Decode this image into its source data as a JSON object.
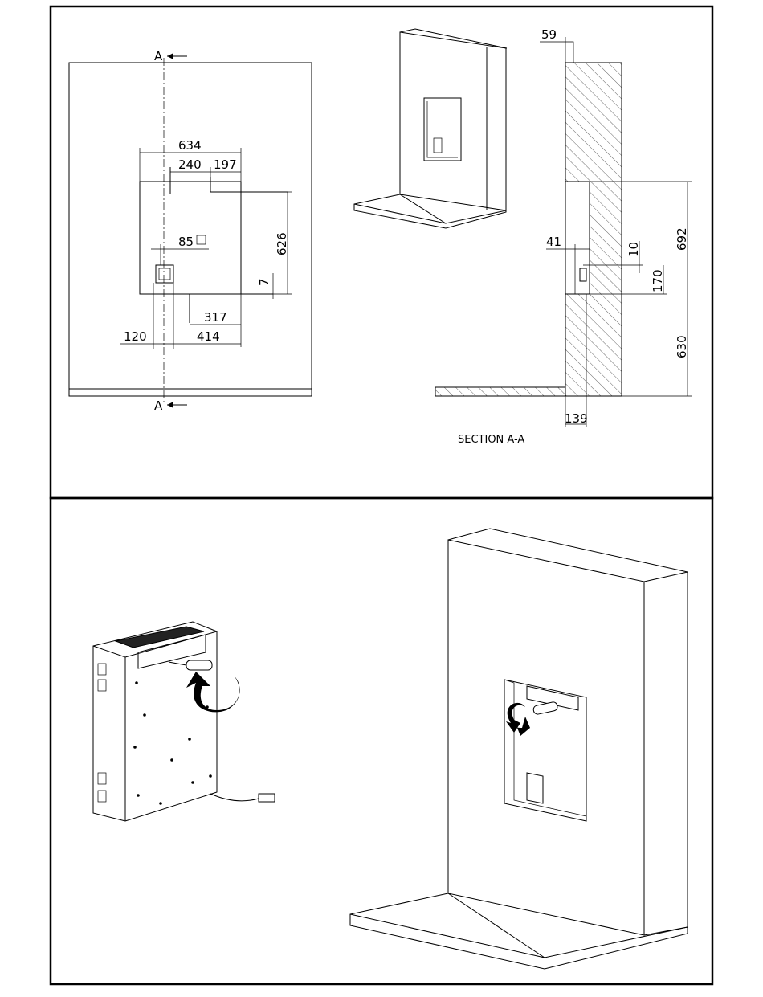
{
  "section_markers": {
    "top": "A",
    "bottom": "A"
  },
  "front_view": {
    "width_634": "634",
    "offset_240": "240",
    "offset_197": "197",
    "height_626": "626",
    "socket_85": "85",
    "gap_7": "7",
    "width_317": "317",
    "offset_120": "120",
    "width_414": "414"
  },
  "section_view": {
    "caption": "SECTION  A-A",
    "depth_59": "59",
    "depth_41": "41",
    "gap_10": "10",
    "height_170": "170",
    "height_692": "692",
    "height_630": "630",
    "depth_139": "139"
  },
  "colors": {
    "line": "#000000",
    "arrow": "#000000",
    "background": "#ffffff"
  }
}
